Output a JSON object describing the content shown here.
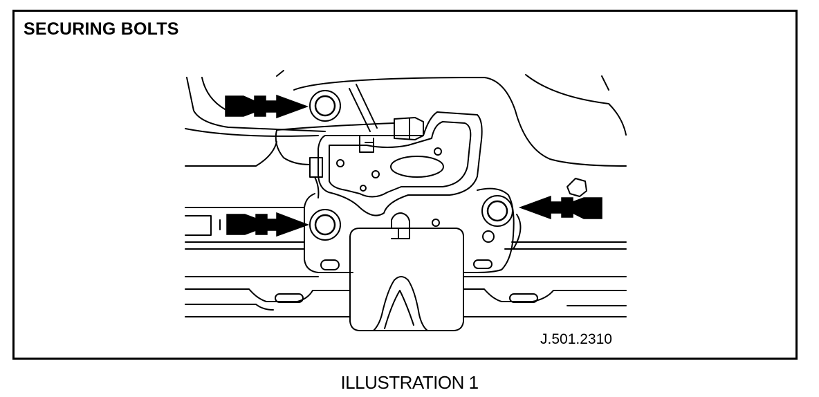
{
  "title": "SECURING BOLTS",
  "reference_code": "J.501.2310",
  "caption": "ILLUSTRATION 1",
  "callouts": [
    {
      "id": "upper-left-bolt",
      "arrow_direction": "right"
    },
    {
      "id": "lower-left-bolt",
      "arrow_direction": "right"
    },
    {
      "id": "right-bolt",
      "arrow_direction": "left"
    }
  ],
  "colors": {
    "line": "#000000",
    "background": "#ffffff"
  }
}
